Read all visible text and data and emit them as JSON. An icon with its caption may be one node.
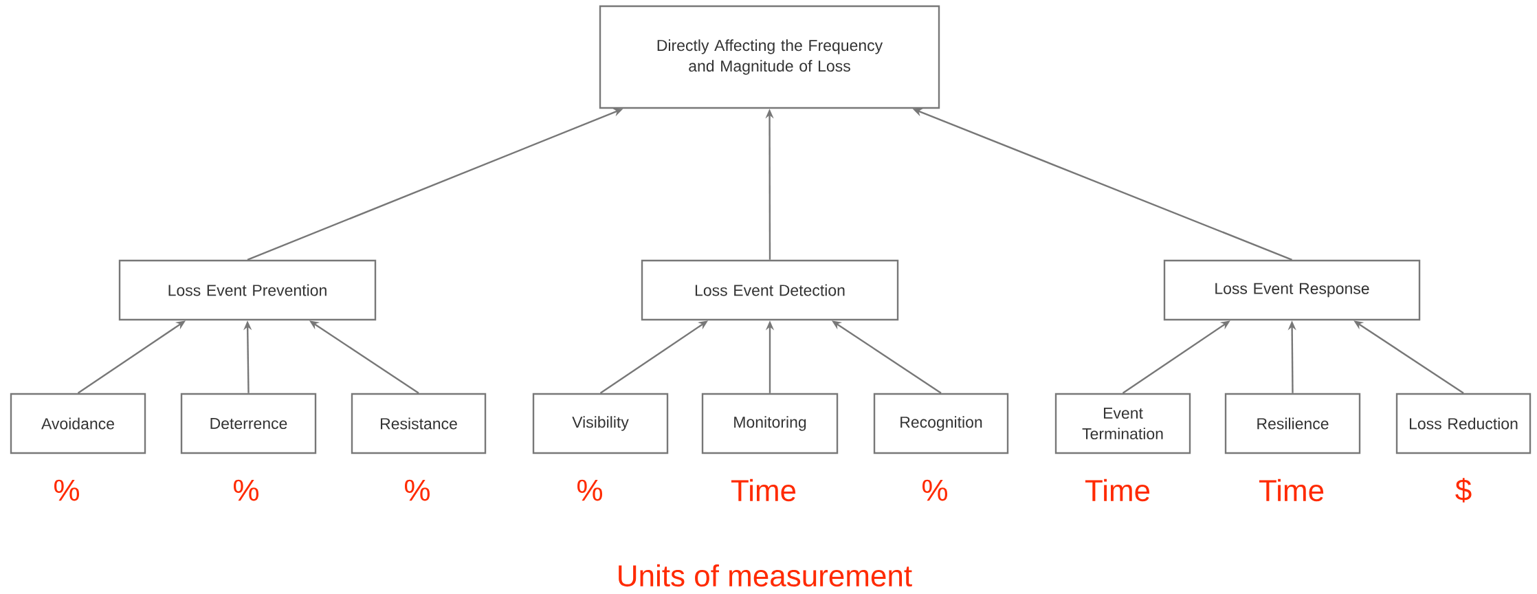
{
  "diagram": {
    "nodes": [
      {
        "text": [
          "Directly Affecting the Frequency and Magnitude of Loss"
        ]
      },
      {
        "text": [
          "Loss Event Prevention"
        ]
      },
      {
        "text": [
          "Loss Event Detection"
        ]
      },
      {
        "text": [
          "Loss Event Response"
        ]
      },
      {
        "text": [
          "Avoidance"
        ]
      },
      {
        "text": [
          "Deterrence"
        ]
      },
      {
        "text": [
          "Resistance"
        ]
      },
      {
        "text": [
          "Visibility"
        ]
      },
      {
        "text": [
          "Monitoring"
        ]
      },
      {
        "text": [
          "Recognition"
        ]
      },
      {
        "text": [
          "Event Termination"
        ]
      },
      {
        "text": [
          "Resilience"
        ]
      },
      {
        "text": [
          "Loss Reduction"
        ]
      }
    ],
    "edges": [
      {
        "from": 1,
        "to": 0,
        "arrow": "to"
      },
      {
        "from": 2,
        "to": 0,
        "arrow": "to"
      },
      {
        "from": 3,
        "to": 0,
        "arrow": "to"
      },
      {
        "from": 4,
        "to": 1,
        "arrow": "to"
      },
      {
        "from": 5,
        "to": 1,
        "arrow": "to"
      },
      {
        "from": 6,
        "to": 1,
        "arrow": "to"
      },
      {
        "from": 7,
        "to": 2,
        "arrow": "to"
      },
      {
        "from": 8,
        "to": 2,
        "arrow": "to"
      },
      {
        "from": 9,
        "to": 2,
        "arrow": "to"
      },
      {
        "from": 10,
        "to": 3,
        "arrow": "to"
      },
      {
        "from": 11,
        "to": 3,
        "arrow": "to"
      },
      {
        "from": 12,
        "to": 3,
        "arrow": "to"
      }
    ],
    "labels": [
      "%",
      "%",
      "%",
      "%",
      "Time",
      "%",
      "Time",
      "Time",
      "$",
      "Units of measurement"
    ]
  }
}
